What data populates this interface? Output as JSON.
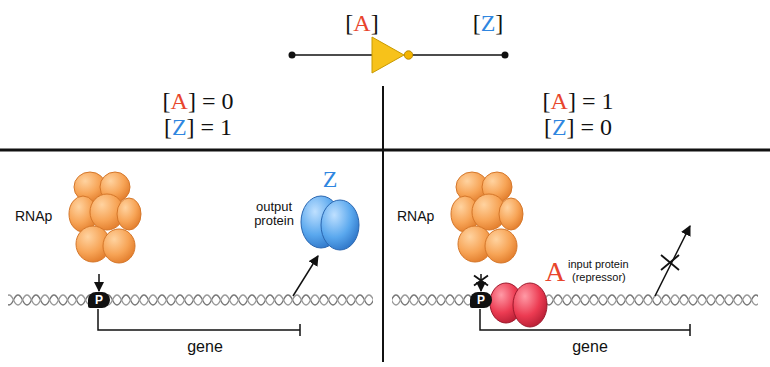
{
  "diagram": {
    "nodes": [
      {
        "text": [
          "RNAp"
        ]
      },
      {
        "text": [
          "P"
        ]
      },
      {
        "text": [
          "RNAp"
        ]
      },
      {
        "text": [
          "P"
        ]
      }
    ],
    "edges": [
      {
        "from": 0,
        "to": 1,
        "arrow": "to"
      },
      {
        "from": 2,
        "to": 3,
        "arrow": "to"
      }
    ],
    "labels": [
      "[A]",
      "[Z]",
      "[A] = 0",
      "[Z] = 1",
      "[A] = 1",
      "[Z] = 0",
      "Z",
      "output protein",
      "gene",
      "A",
      "input protein",
      "(repressor)",
      "gene"
    ]
  }
}
